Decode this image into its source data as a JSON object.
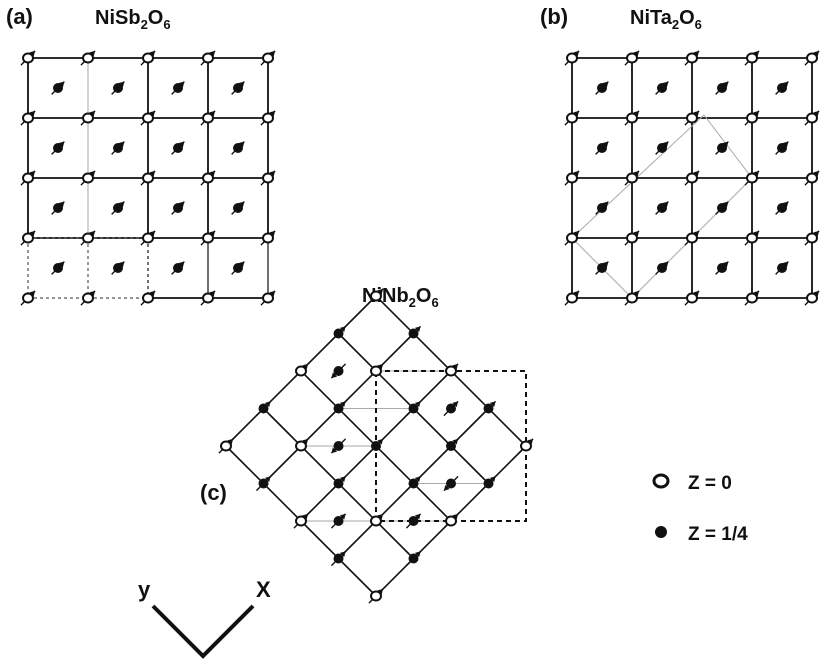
{
  "panels": {
    "a": {
      "label": "(a)",
      "compound": {
        "base": "NiSb",
        "sub1": "2",
        "mid": "O",
        "sub2": "6"
      }
    },
    "b": {
      "label": "(b)",
      "compound": {
        "base": "NiTa",
        "sub1": "2",
        "mid": "O",
        "sub2": "6"
      }
    },
    "c": {
      "label": "(c)",
      "compound": {
        "base": "NiNb",
        "sub1": "2",
        "mid": "O",
        "sub2": "6"
      }
    }
  },
  "legend": {
    "open": "Z = 0",
    "filled": "Z = 1/4"
  },
  "axes": {
    "x": "X",
    "y": "y"
  },
  "colors": {
    "ink": "#111111",
    "dashed": "#555555",
    "grey_line": "#aaaaaa"
  }
}
